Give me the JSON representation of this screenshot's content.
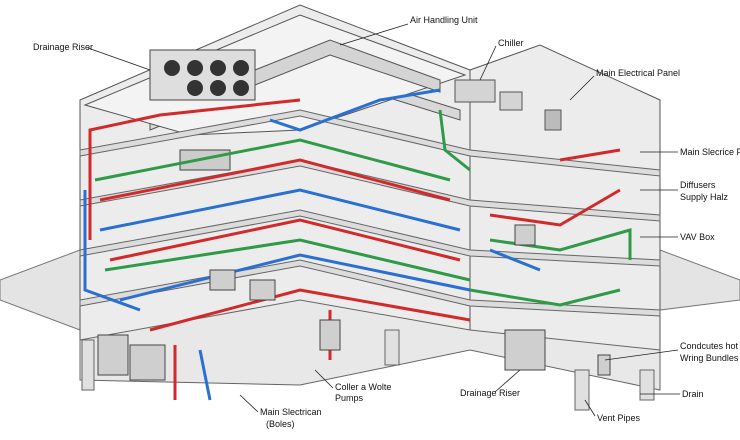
{
  "labels": {
    "drainage_riser_top": "Drainage Riser",
    "air_handling_unit": "Air Handling Unit",
    "chiller": "Chiller",
    "main_electrical_panel": "Main Electrical Panel",
    "main_slecrice_port": "Main Slecrice Por",
    "diffusers": "Diffusers",
    "supply_halz": "Supply Halz",
    "vav_box": "VAV Box",
    "condcutes_hot": "Condcutes hot",
    "wring_bundles": "Wring Bundles",
    "drain": "Drain",
    "vent_pipes": "Vent Pipes",
    "drainage_riser_bottom": "Drainage Riser",
    "coller_a_wolte": "Coller a Wolte",
    "pumps": "Pumps",
    "main_slectrican": "Main Slectrican",
    "boles": "(Boles)"
  },
  "colors": {
    "supply_pipe": "#d22a2a",
    "return_pipe": "#2a6fd2",
    "water_pipe": "#2f9a48",
    "structure": "#e6e6e6",
    "outline": "#555555"
  }
}
